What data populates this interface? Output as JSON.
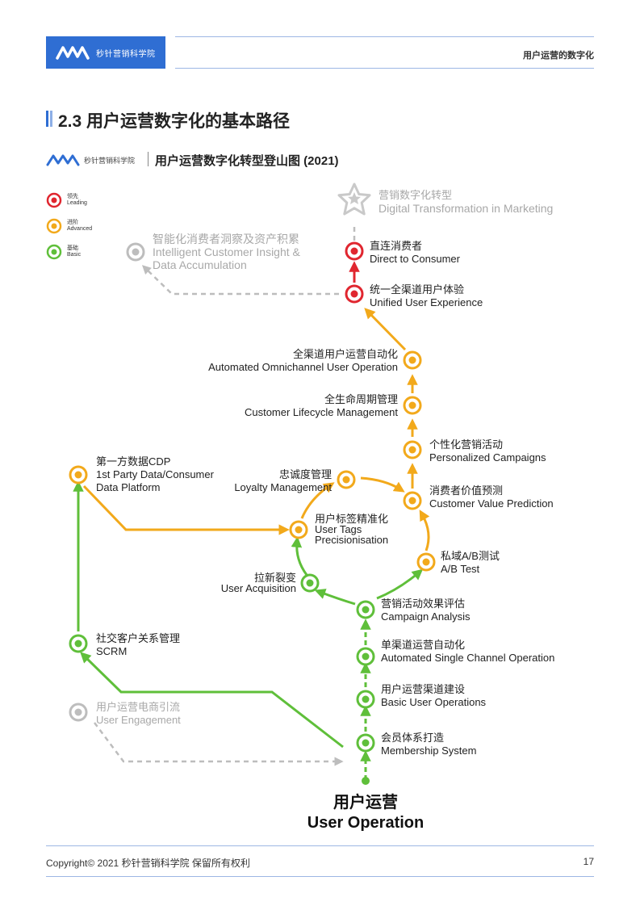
{
  "header": {
    "brand": "秒针营销科学院",
    "section_name": "用户运营的数字化"
  },
  "section": {
    "title": "2.3 用户运营数字化的基本路径"
  },
  "figure": {
    "brand": "秒针营销科学院",
    "title": "用户运营数字化转型登山图 (2021)"
  },
  "legend": [
    {
      "zh": "领先",
      "en": "Leading",
      "color": "#e0262f"
    },
    {
      "zh": "进阶",
      "en": "Advanced",
      "color": "#f2a91b"
    },
    {
      "zh": "基础",
      "en": "Basic",
      "color": "#5fbf3a"
    }
  ],
  "colors": {
    "red": "#e0262f",
    "orange": "#f2a91b",
    "green": "#5fbf3a",
    "grey": "#bdbdbd",
    "blue": "#2f6ed3"
  },
  "nodes": {
    "summit": {
      "zh": "营销数字化转型",
      "en": "Digital Transformation in Marketing",
      "icon": "star-icon"
    },
    "direct_consumer": {
      "zh": "直连消费者",
      "en": "Direct to Consumer",
      "level": "red"
    },
    "unified_experience": {
      "zh": "统一全渠道用户体验",
      "en": "Unified User Experience",
      "level": "red"
    },
    "intelligent_insight": {
      "zh": "智能化消费者洞察及资产积累",
      "en1": "Intelligent Customer Insight &",
      "en2": "Data Accumulation",
      "level": "grey"
    },
    "omnichannel": {
      "zh": "全渠道用户运营自动化",
      "en": "Automated Omnichannel User Operation",
      "level": "orange"
    },
    "lifecycle": {
      "zh": "全生命周期管理",
      "en": "Customer Lifecycle Management",
      "level": "orange"
    },
    "personalized": {
      "zh": "个性化营销活动",
      "en": "Personalized Campaigns",
      "level": "orange"
    },
    "cdp": {
      "zh": "第一方数据CDP",
      "en1": "1st Party Data/Consumer",
      "en2": "Data  Platform",
      "level": "orange"
    },
    "loyalty": {
      "zh": "忠诚度管理",
      "en": "Loyalty Management",
      "level": "orange"
    },
    "value_prediction": {
      "zh": "消费者价值预测",
      "en": "Customer Value Prediction",
      "level": "orange"
    },
    "user_tags": {
      "zh": "用户标签精准化",
      "en1": "User Tags",
      "en2": "Precisionisation",
      "level": "orange"
    },
    "ab_test": {
      "zh": "私域A/B测试",
      "en": "A/B Test",
      "level": "orange"
    },
    "acquisition": {
      "zh": "拉新裂变",
      "en": "User Acquisition",
      "level": "green"
    },
    "campaign_analysis": {
      "zh": "营销活动效果评估",
      "en": "Campaign Analysis",
      "level": "green"
    },
    "scrm": {
      "zh": "社交客户关系管理",
      "en": "SCRM",
      "level": "green"
    },
    "single_channel": {
      "zh": "单渠道运营自动化",
      "en": "Automated Single Channel Operation",
      "level": "green"
    },
    "basic_ops": {
      "zh": "用户运营渠道建设",
      "en": "Basic User Operations",
      "level": "green"
    },
    "engagement": {
      "zh": "用户运营电商引流",
      "en": "User Engagement",
      "level": "grey"
    },
    "membership": {
      "zh": "会员体系打造",
      "en": "Membership System",
      "level": "green"
    }
  },
  "base": {
    "zh": "用户运营",
    "en": "User Operation"
  },
  "footer": {
    "copyright": "Copyright© 2021 秒针营销科学院 保留所有权利",
    "page": "17"
  }
}
